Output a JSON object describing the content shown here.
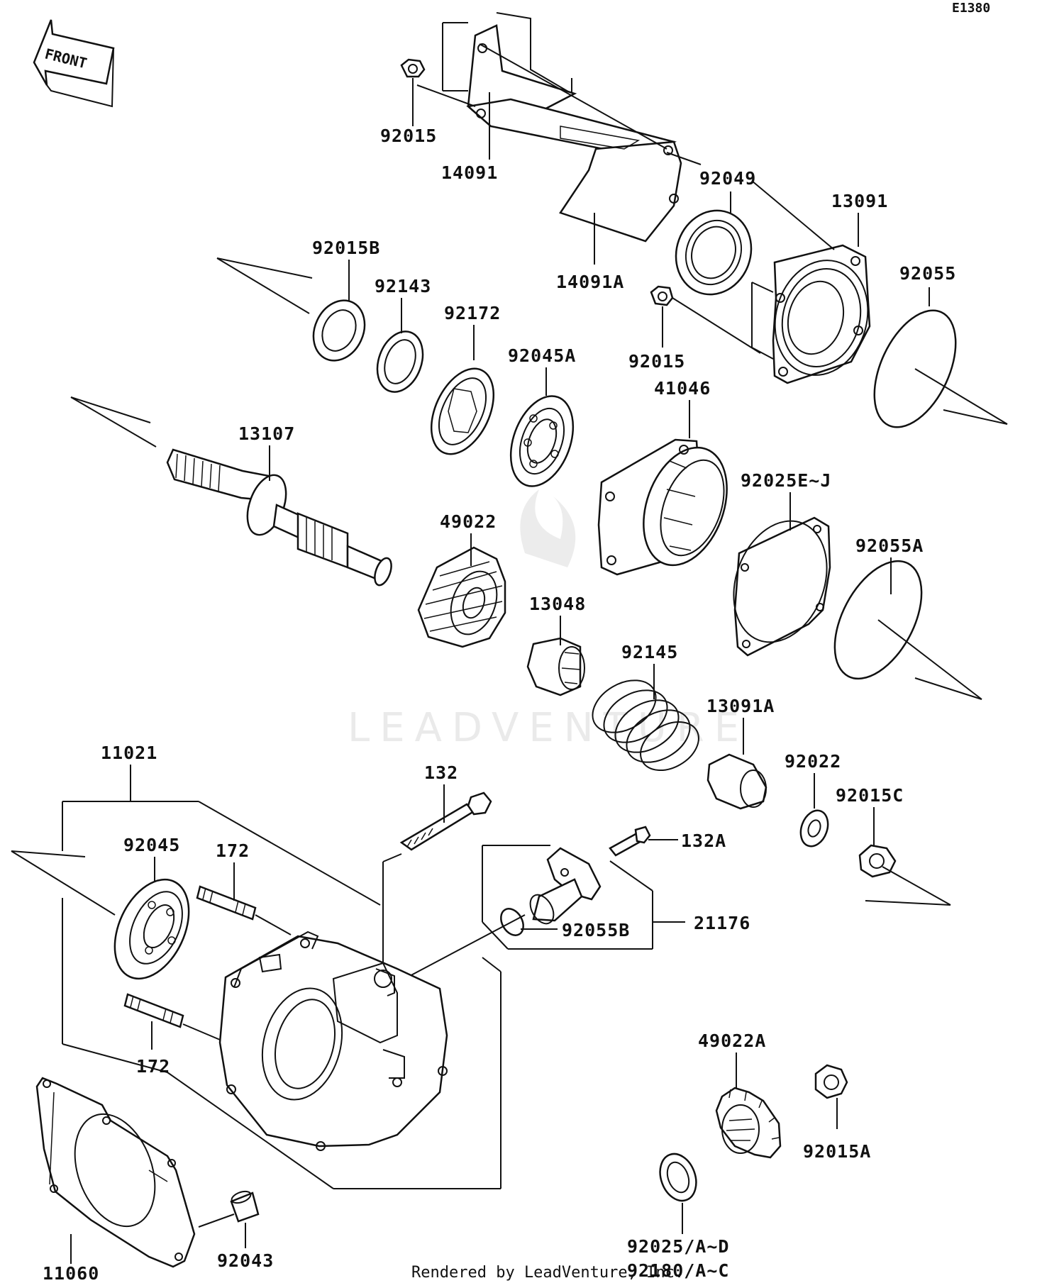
{
  "diagram_code": "E1380",
  "front_label": "FRONT",
  "watermark": "LEADVENTURE",
  "footer": "Rendered by LeadVenture, Inc.",
  "parts": {
    "p14091": "14091",
    "p14091A": "14091A",
    "p92015_top": "92015",
    "p92049": "92049",
    "p13091": "13091",
    "p92055": "92055",
    "p92015B": "92015B",
    "p92143": "92143",
    "p92172": "92172",
    "p92045A": "92045A",
    "p92015_mid": "92015",
    "p41046": "41046",
    "p13107": "13107",
    "p49022": "49022",
    "p92025EJ": "92025E~J",
    "p92055A": "92055A",
    "p13048": "13048",
    "p92145": "92145",
    "p13091A": "13091A",
    "p92022": "92022",
    "p92015C": "92015C",
    "p11021": "11021",
    "p132": "132",
    "p132A": "132A",
    "p92045": "92045",
    "p172_top": "172",
    "p172_bot": "172",
    "p92055B": "92055B",
    "p21176": "21176",
    "p49022A": "49022A",
    "p92015A": "92015A",
    "p11060": "11060",
    "p92043": "92043",
    "p92025AD": "92025/A~D",
    "p92180AC": "92180/A~C"
  }
}
